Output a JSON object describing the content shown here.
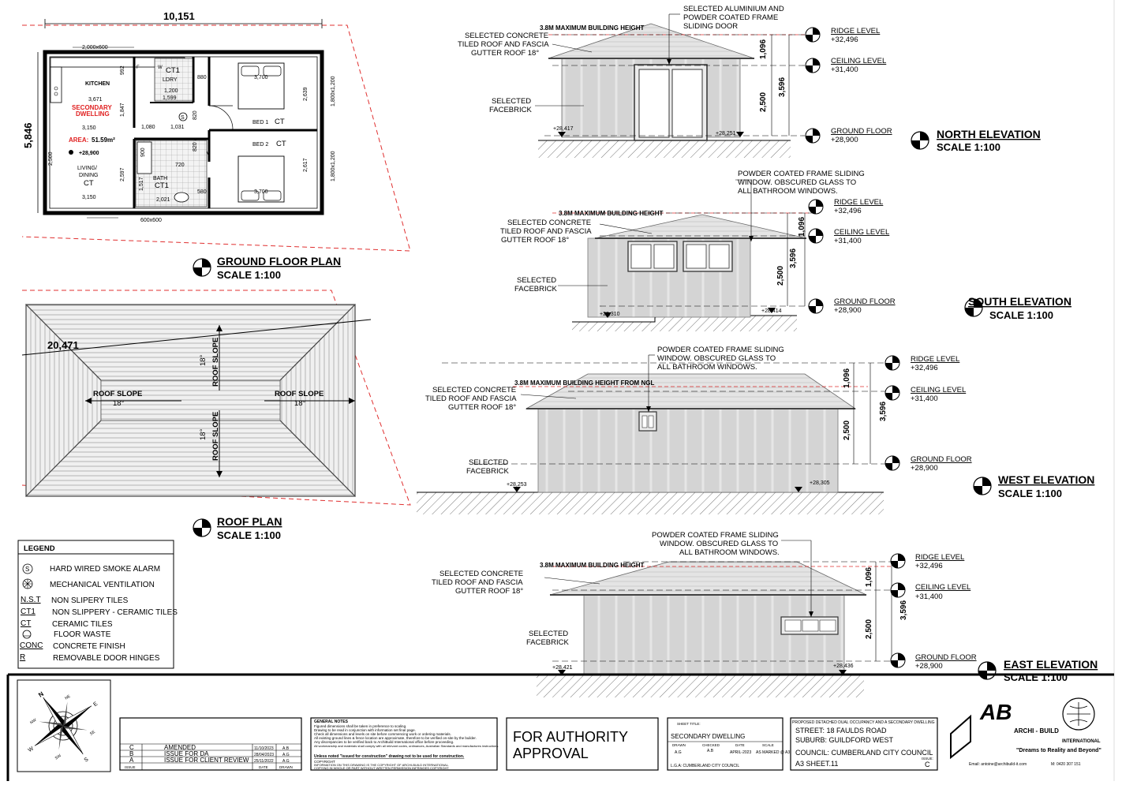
{
  "plan": {
    "width_dim": "10,151",
    "depth_dim": "5,846",
    "top_dim": "2,000x600",
    "bottom_dim": "600x600",
    "side_dims": [
      "1,800x1,200",
      "1,800x1,200"
    ],
    "rooms": {
      "kitchen": "KITCHEN",
      "secondary": "SECONDARY",
      "dwelling": "DWELLING",
      "area_label": "AREA:",
      "area_value": "51.59m²",
      "level": "+28,900",
      "living": "LIVING/",
      "dining": "DINING",
      "ct": "CT",
      "ldry": "LDRY",
      "ct1": "CT1",
      "bath": "BATH",
      "bed1": "BED 1",
      "bed2": "BED 2",
      "f": "F",
      "w": "W",
      "s": "S"
    },
    "dims": [
      "3,671",
      "3,150",
      "3,150",
      "1,080",
      "1,031",
      "1,847",
      "2,597",
      "1,517",
      "2,021",
      "2,639",
      "2,617",
      "900",
      "820",
      "820",
      "720",
      "880",
      "580",
      "992",
      "1,200",
      "1,599",
      "3,700",
      "3,700",
      "2,500"
    ],
    "title": "GROUND FLOOR PLAN",
    "scale": "SCALE 1:100"
  },
  "roof": {
    "diag_dim": "20,471",
    "slope": "ROOF SLOPE",
    "deg": "18°",
    "title": "ROOF PLAN",
    "scale": "SCALE 1:100"
  },
  "legend": {
    "title": "LEGEND",
    "items": [
      {
        "code": "S",
        "text": "HARD WIRED SMOKE ALARM"
      },
      {
        "code": "",
        "text": "MECHANICAL VENTILATION"
      },
      {
        "code": "N.S.T",
        "text": "NON SLIPERY TILES"
      },
      {
        "code": "CT1",
        "text": "NON SLIPPERY - CERAMIC TILES"
      },
      {
        "code": "CT",
        "text": "CERAMIC TILES"
      },
      {
        "code": "",
        "text": "FLOOR WASTE"
      },
      {
        "code": "CONC",
        "text": "CONCRETE FINISH"
      },
      {
        "code": "R",
        "text": "REMOVABLE DOOR HINGES"
      }
    ]
  },
  "levels": {
    "ridge": "RIDGE LEVEL",
    "ridge_val": "+32,496",
    "ceiling": "CEILING LEVEL",
    "ceiling_val": "+31,400",
    "ground": "GROUND FLOOR",
    "ground_val": "+28,900",
    "d1": "1,096",
    "d2": "3,596",
    "d3": "2,500"
  },
  "notes": {
    "max_height": "3.8M MAXIMUM BUILDING HEIGHT",
    "max_height_ngl": "3.8M MAXIMUM BUILDING HEIGHT FROM NGL",
    "roof_l1": "SELECTED CONCRETE",
    "roof_l2": "TILED ROOF AND FASCIA",
    "roof_l3": "GUTTER ROOF 18°",
    "brick_l1": "SELECTED",
    "brick_l2": "FACEBRICK",
    "door_l1": "SELECTED ALUMINIUM AND",
    "door_l2": "POWDER COATED FRAME",
    "door_l3": "SLIDING DOOR",
    "win_l1": "POWDER COATED FRAME SLIDING",
    "win_l2": "WINDOW. OBSCURED GLASS TO",
    "win_l3": "ALL BATHROOM WINDOWS."
  },
  "elevations": {
    "north": {
      "title": "NORTH ELEVATION",
      "scale": "SCALE 1:100",
      "l": "+28,417",
      "r": "+28,251"
    },
    "south": {
      "title": "SOUTH ELEVATION",
      "scale": "SCALE 1:100",
      "l": "+28,310",
      "r": "+28,414"
    },
    "west": {
      "title": "WEST ELEVATION",
      "scale": "SCALE 1:100",
      "l": "+28,253",
      "r": "+28,305"
    },
    "east": {
      "title": "EAST ELEVATION",
      "scale": "SCALE 1:100",
      "l": "+28,421",
      "r": "+28,436"
    }
  },
  "titleblock": {
    "revisions": [
      {
        "rev": "C",
        "desc": "AMENDED",
        "date": "11/10/2023",
        "by": "A.B"
      },
      {
        "rev": "B",
        "desc": "ISSUE FOR DA",
        "date": "28/04/2023",
        "by": "A.G"
      },
      {
        "rev": "A",
        "desc": "ISSUE FOR CLIENT REVIEW",
        "date": "25/11/2022",
        "by": "A.G"
      }
    ],
    "rev_headers": [
      "ISSUE",
      "DATE",
      "DRAWN"
    ],
    "general_notes_title": "GENERAL NOTES",
    "general_notes": [
      "Figured dimensions shall be taken in preference to scaling.",
      "Drawing to be read in conjunction with information set final page.",
      "Check all dimensions and levels on site before commencing work or ordering materials.",
      "All existing ground lines & fence location are approximate, therefore to be verified on-site by the builder.",
      "Any discrepancies to be verified back to ArchiBuild International office before proceeding.",
      "All workmanship and materials shall comply with all relevant codes, ordinances, Australian Standards and manufactures instructions."
    ],
    "construction_note": "Unless noted \"issued for construction\" drawing not to be used for construction.",
    "copyright_title": "COPYRIGHT",
    "copyright_l1": "INFORMATION ON THIS DRAWING IS THE COPYRIGHT OF ARCHI-BUILD INTERNATIONAL.",
    "copyright_l2": "COPYING IN WHOLE OR PART WITHOUT WRITTEN PERMISSION INFRINGES COPYRIGHT.",
    "authority_l1": "FOR AUTHORITY",
    "authority_l2": "APPROVAL",
    "sheet_title_label": "SHEET TITLE:",
    "sheet_title": "SECONDARY DWELLING",
    "drawn_label": "DRAWN",
    "drawn": "A.G",
    "checked_label": "CHECKED",
    "checked": "A.B",
    "date_label": "DATE",
    "date": "APRIL-2023",
    "scale_label": "SCALE",
    "scale": "AS MARKED @ A3",
    "lga": "L.G.A:  CUMBERLAND CITY COUNCIL",
    "project": "PROPOSED DETACHED DUAL OCCUPANCY AND A SECONDARY DWELLING",
    "street": "STREET: 18 FAULDS ROAD",
    "suburb": "SUBURB: GUILDFORD WEST",
    "council": "COUNCIL: CUMBERLAND CITY COUNCIL",
    "sheet": "A3 SHEET.11",
    "issue_label": "ISSUE:",
    "issue": "C",
    "logo_main": "ARCHI - BUILD",
    "logo_sub": "INTERNATIONAL",
    "tagline": "\"Dreams to Reality and Beyond\"",
    "email": "Email: antoine@archibuild-it.com",
    "mobile": "M: 0420 307 151"
  },
  "compass": {
    "n": "N",
    "e": "E",
    "w": "W",
    "s": "S",
    "ne": "NE",
    "nw": "NW",
    "se": "SE",
    "sw": "SW"
  }
}
